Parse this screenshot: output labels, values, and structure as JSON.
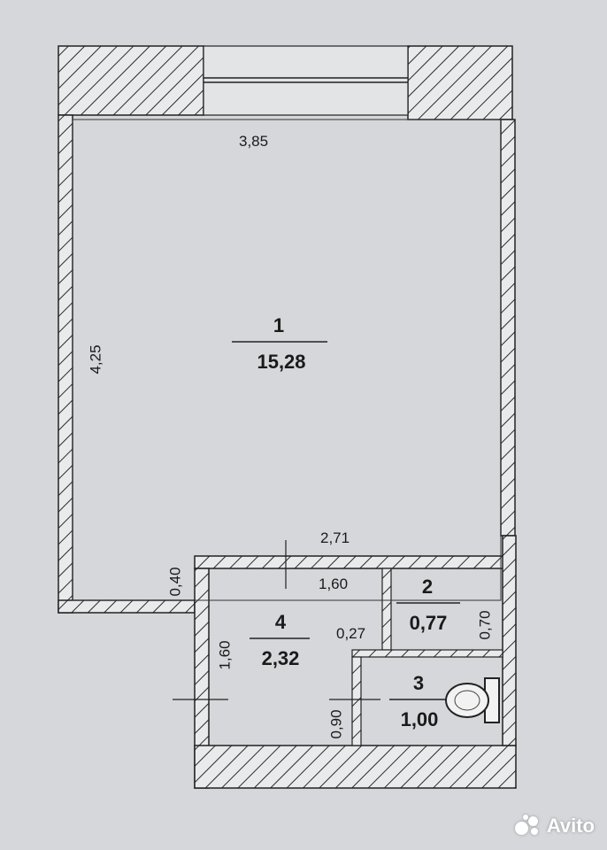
{
  "rooms": [
    {
      "number": "1",
      "area": "15,28"
    },
    {
      "number": "2",
      "area": "0,77"
    },
    {
      "number": "3",
      "area": "1,00"
    },
    {
      "number": "4",
      "area": "2,32"
    }
  ],
  "dimensions": {
    "main_width": "3,85",
    "main_height": "4,25",
    "corridor_width": "2,71",
    "hall_width": "1,60",
    "partition_depth": "0,40",
    "hall_height": "1,60",
    "room2_width": "0,27",
    "room2_height": "0,70",
    "room3_height": "0,90"
  },
  "watermark": {
    "text": "Avito"
  }
}
